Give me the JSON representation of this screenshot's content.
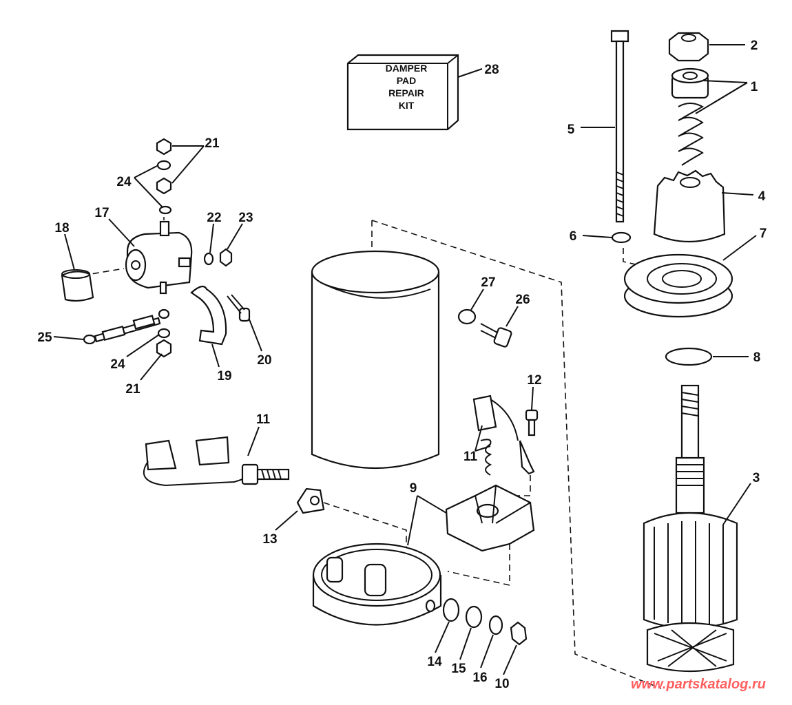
{
  "kit_box": {
    "lines": [
      "DAMPER",
      "PAD",
      "REPAIR",
      "KIT"
    ]
  },
  "callouts": [
    "28",
    "2",
    "1",
    "5",
    "4",
    "6",
    "7",
    "8",
    "3",
    "21",
    "24",
    "17",
    "18",
    "22",
    "23",
    "25",
    "24",
    "21",
    "19",
    "20",
    "27",
    "26",
    "12",
    "11",
    "11",
    "9",
    "13",
    "14",
    "15",
    "16",
    "10"
  ],
  "watermark": "www.partskatalog.ru",
  "colors": {
    "line": "#111111",
    "watermark": "#ff6060",
    "background": "#ffffff"
  }
}
